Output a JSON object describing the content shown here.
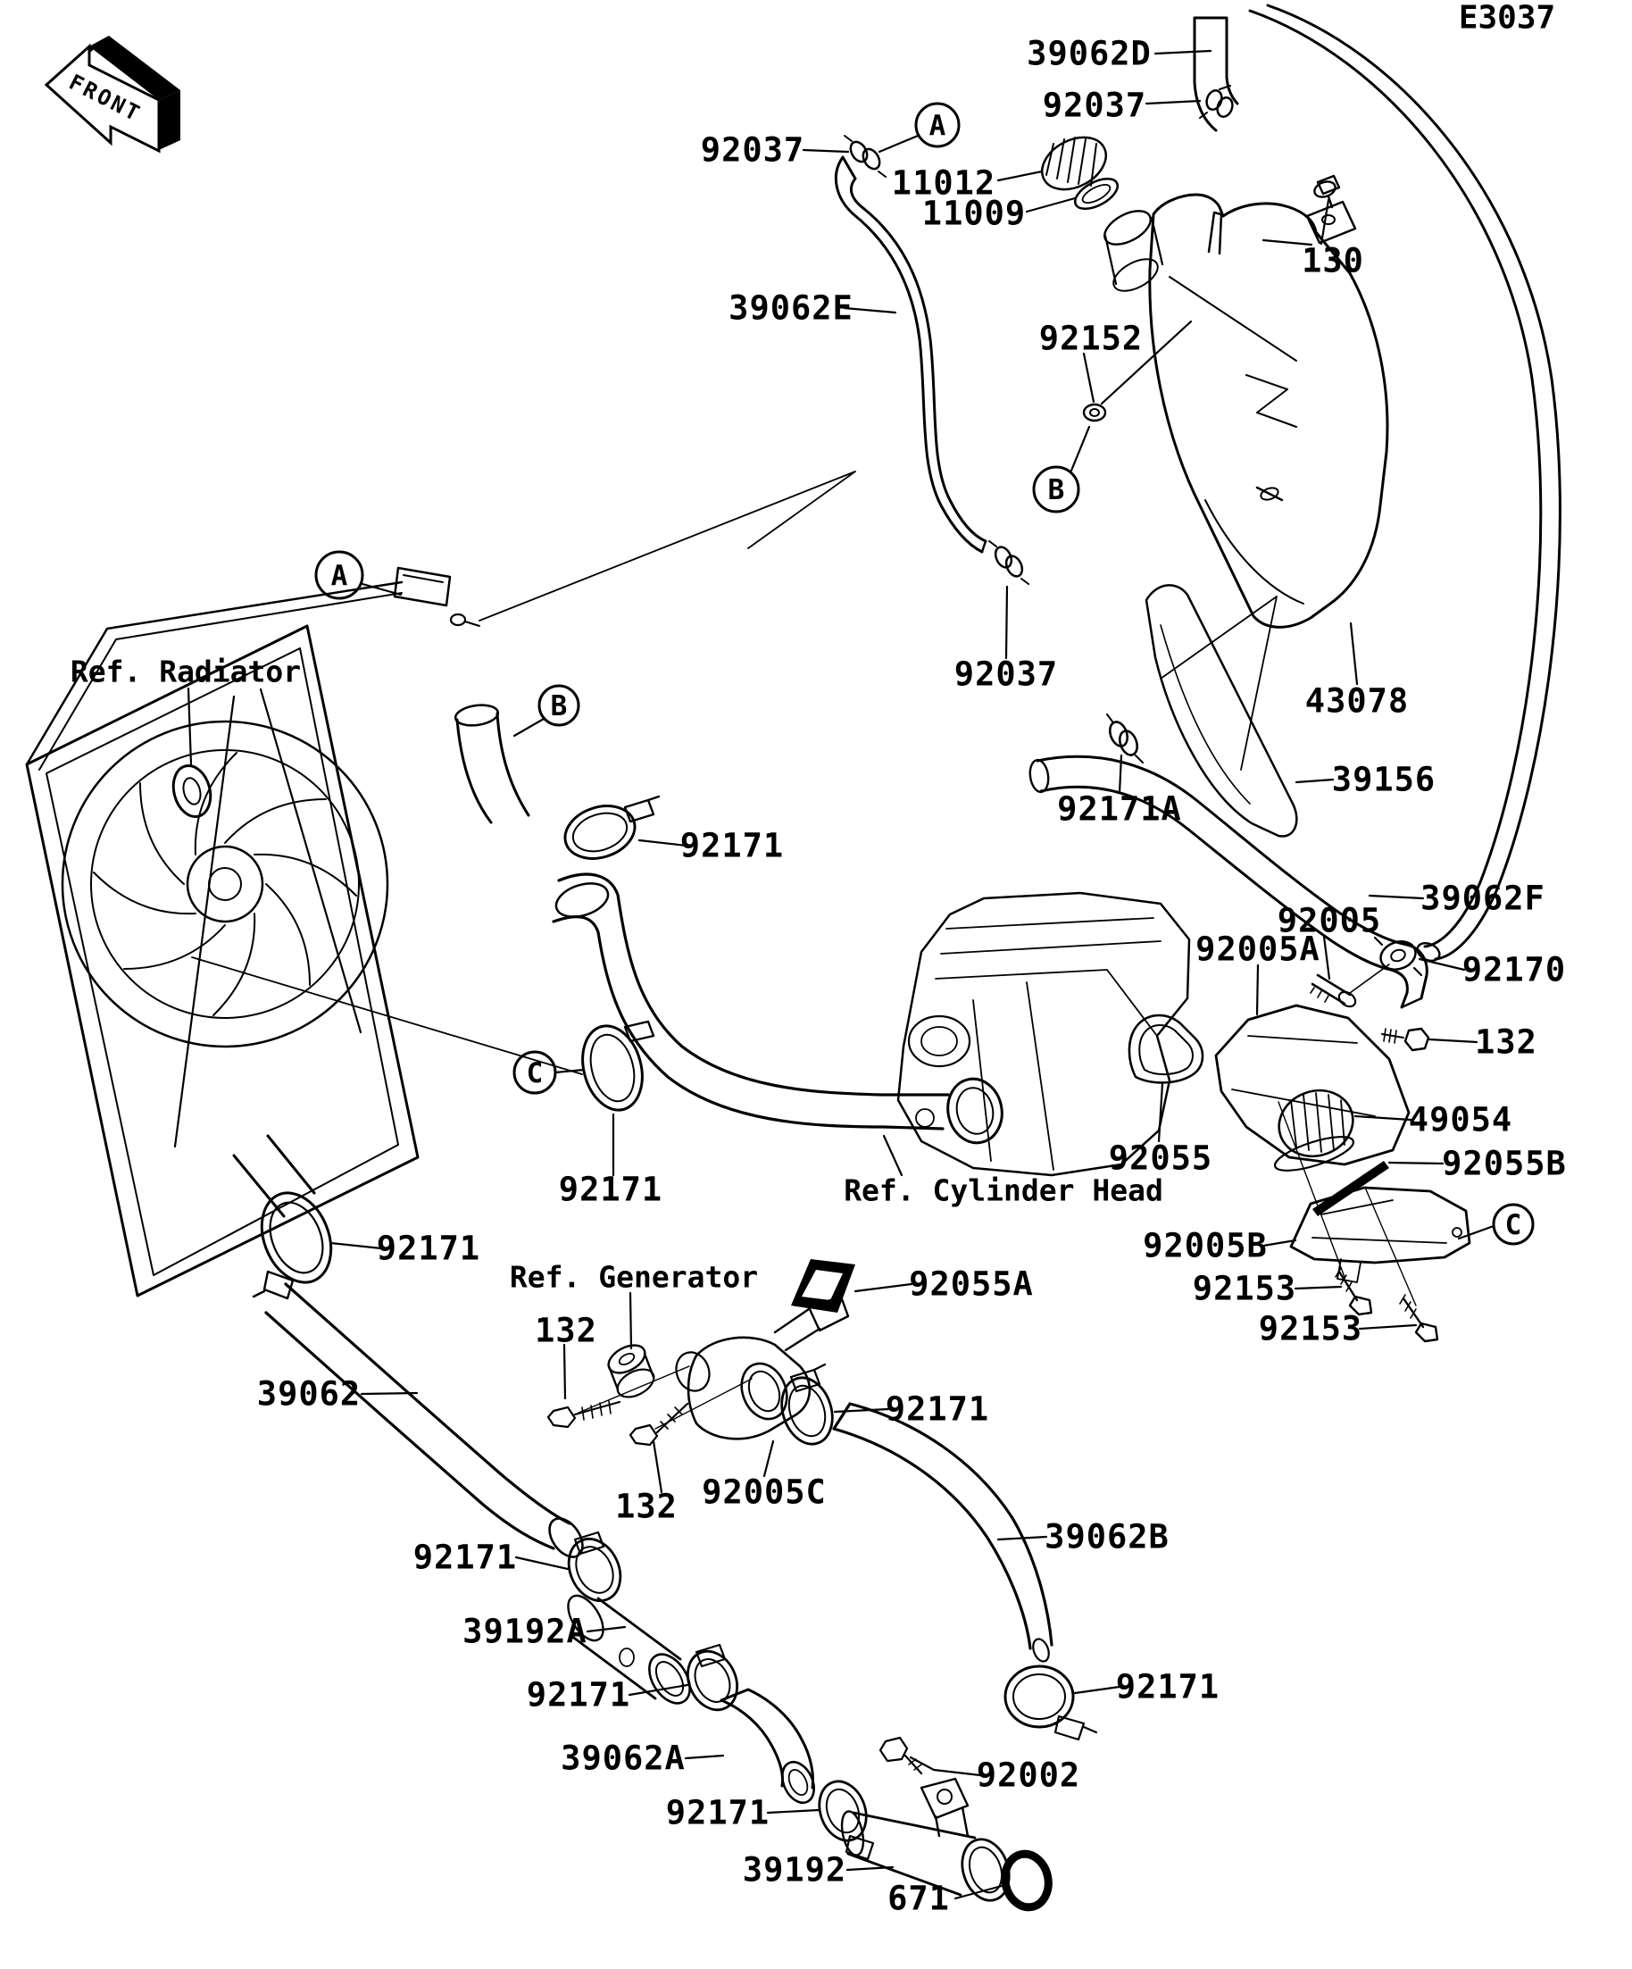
{
  "diagram": {
    "code": "E3037",
    "front_marker": "FRONT",
    "title_hint": "water-pipe exploded parts diagram",
    "ink_color": "#000000",
    "paper_color": "#ffffff"
  },
  "ref_labels": [
    {
      "id": "ref-radiator",
      "text": "Ref. Radiator"
    },
    {
      "id": "ref-cylinder-head",
      "text": "Ref. Cylinder Head"
    },
    {
      "id": "ref-generator",
      "text": "Ref. Generator"
    }
  ],
  "callout_markers": [
    {
      "id": "marker-a-tank",
      "letter": "A"
    },
    {
      "id": "marker-b-tank",
      "letter": "B"
    },
    {
      "id": "marker-a-radiator",
      "letter": "A"
    },
    {
      "id": "marker-b-radiator",
      "letter": "B"
    },
    {
      "id": "marker-c-hose",
      "letter": "C"
    },
    {
      "id": "marker-c-cover",
      "letter": "C"
    }
  ],
  "part_labels": [
    {
      "id": "39062d",
      "text": "39062D"
    },
    {
      "id": "92037-tank-hose",
      "text": "92037"
    },
    {
      "id": "11012",
      "text": "11012"
    },
    {
      "id": "11009",
      "text": "11009"
    },
    {
      "id": "130",
      "text": "130"
    },
    {
      "id": "39062e",
      "text": "39062E"
    },
    {
      "id": "92037-hose-top",
      "text": "92037"
    },
    {
      "id": "92152",
      "text": "92152"
    },
    {
      "id": "92037-hose-bottom",
      "text": "92037"
    },
    {
      "id": "43078",
      "text": "43078"
    },
    {
      "id": "39156",
      "text": "39156"
    },
    {
      "id": "92171a",
      "text": "92171A"
    },
    {
      "id": "39062f",
      "text": "39062F"
    },
    {
      "id": "92005",
      "text": "92005"
    },
    {
      "id": "92005a",
      "text": "92005A"
    },
    {
      "id": "92170",
      "text": "92170"
    },
    {
      "id": "132-thermo",
      "text": "132"
    },
    {
      "id": "49054",
      "text": "49054"
    },
    {
      "id": "92055b",
      "text": "92055B"
    },
    {
      "id": "92055",
      "text": "92055"
    },
    {
      "id": "92005b",
      "text": "92005B"
    },
    {
      "id": "92153-upper",
      "text": "92153"
    },
    {
      "id": "92153-lower",
      "text": "92153"
    },
    {
      "id": "92055a",
      "text": "92055A"
    },
    {
      "id": "132-generator",
      "text": "132"
    },
    {
      "id": "39062",
      "text": "39062"
    },
    {
      "id": "132-pipe",
      "text": "132"
    },
    {
      "id": "92005c",
      "text": "92005C"
    },
    {
      "id": "92171-c-top",
      "text": "92171"
    },
    {
      "id": "92171-c-bottom",
      "text": "92171"
    },
    {
      "id": "92171-radiator-outlet",
      "text": "92171"
    },
    {
      "id": "92171-39062b-top",
      "text": "92171"
    },
    {
      "id": "92171-39062-bottom",
      "text": "92171"
    },
    {
      "id": "39192a",
      "text": "39192A"
    },
    {
      "id": "92171-39192a",
      "text": "92171"
    },
    {
      "id": "39062a",
      "text": "39062A"
    },
    {
      "id": "92171-39062a",
      "text": "92171"
    },
    {
      "id": "39192",
      "text": "39192"
    },
    {
      "id": "92002",
      "text": "92002"
    },
    {
      "id": "671",
      "text": "671"
    },
    {
      "id": "39062b",
      "text": "39062B"
    },
    {
      "id": "92171-39062b-bottom",
      "text": "92171"
    }
  ]
}
